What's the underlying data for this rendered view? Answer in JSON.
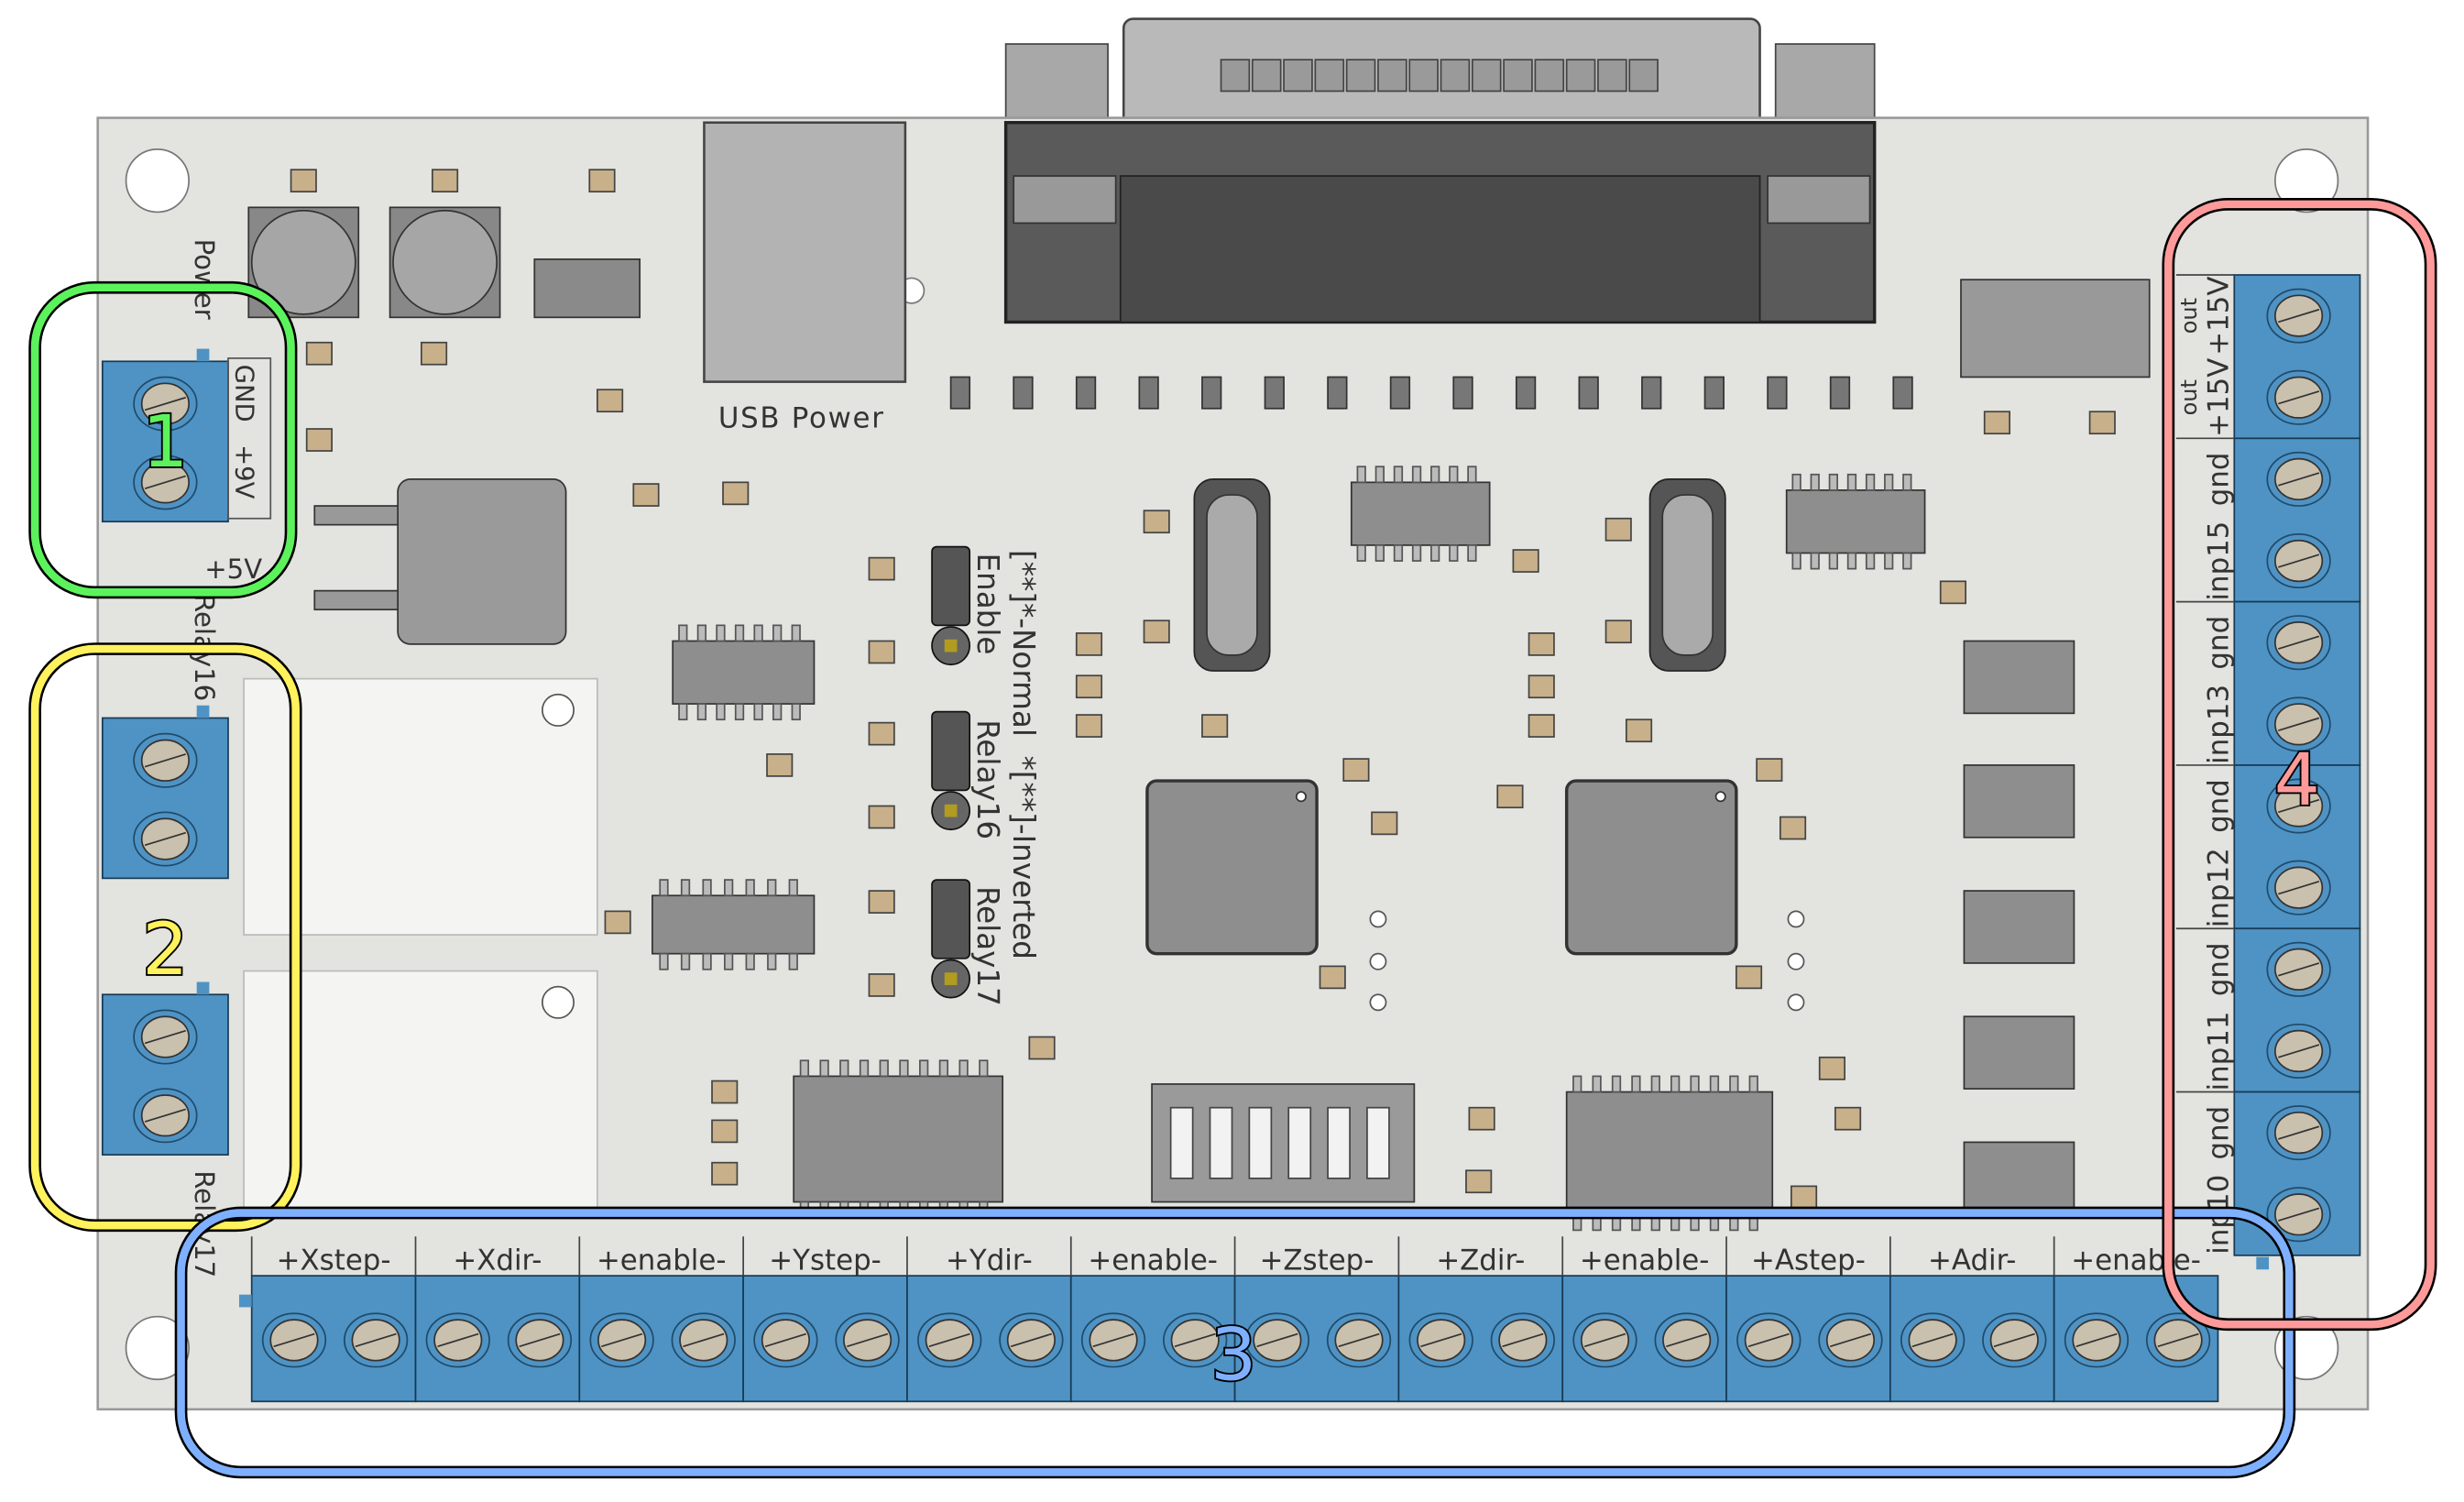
{
  "board": {
    "usb_label": "USB Power",
    "power_label": "Power",
    "power_terminals": [
      "GND",
      "+9V"
    ],
    "v5_label": "+5V",
    "relay16_label": "Relay16",
    "relay17_label": "Relay17",
    "jumper_legend": "[**]*-Normal  *[**]-Inverted",
    "jumper_labels": [
      "Enable",
      "Relay16",
      "Relay17"
    ]
  },
  "bottom_terminals": [
    "+Xstep-",
    "+Xdir-",
    "+enable-",
    "+Ystep-",
    "+Ydir-",
    "+enable-",
    "+Zstep-",
    "+Zdir-",
    "+enable-",
    "+Astep-",
    "+Adir-",
    "+enable-"
  ],
  "right_terminals": [
    {
      "top": "out",
      "label": "+15V"
    },
    {
      "top": "out",
      "label": "+15V"
    },
    {
      "top": "",
      "label": "gnd"
    },
    {
      "top": "",
      "label": "inp15"
    },
    {
      "top": "",
      "label": "gnd"
    },
    {
      "top": "",
      "label": "inp13"
    },
    {
      "top": "",
      "label": "gnd"
    },
    {
      "top": "",
      "label": "inp12"
    },
    {
      "top": "",
      "label": "gnd"
    },
    {
      "top": "",
      "label": "inp11"
    },
    {
      "top": "",
      "label": "gnd"
    },
    {
      "top": "",
      "label": "inp10"
    }
  ],
  "callouts": [
    {
      "number": "1",
      "color": "#5cf25c"
    },
    {
      "number": "2",
      "color": "#fff25c"
    },
    {
      "number": "3",
      "color": "#7fb0ff"
    },
    {
      "number": "4",
      "color": "#ff9a9a"
    }
  ],
  "colors": {
    "board": "#e3e3df",
    "terminal": "#4f93c4",
    "chip": "#8a8a8a",
    "connector": "#5a5a5a"
  }
}
